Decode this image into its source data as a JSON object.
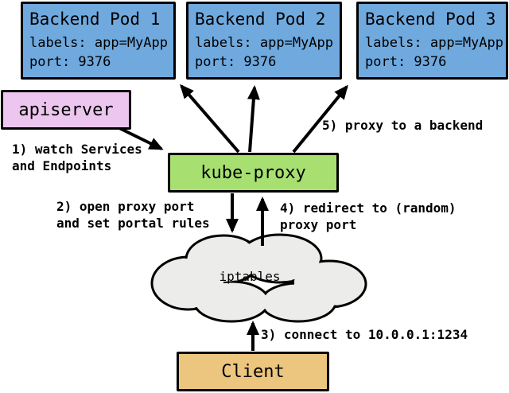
{
  "pods": [
    {
      "title": "Backend Pod 1",
      "labels_line": "labels: app=MyApp",
      "port_line": "port: 9376"
    },
    {
      "title": "Backend Pod 2",
      "labels_line": "labels: app=MyApp",
      "port_line": "port: 9376"
    },
    {
      "title": "Backend Pod 3",
      "labels_line": "labels: app=MyApp",
      "port_line": "port: 9376"
    }
  ],
  "nodes": {
    "apiserver": "apiserver",
    "kube_proxy": "kube-proxy",
    "iptables": "iptables",
    "client": "Client"
  },
  "steps": {
    "step1": {
      "lines": [
        "1) watch Services",
        "and Endpoints"
      ]
    },
    "step2": {
      "lines": [
        "2) open proxy port",
        "and set portal rules"
      ]
    },
    "step3": {
      "lines": [
        "3) connect to 10.0.0.1:1234"
      ]
    },
    "step4": {
      "lines": [
        "4) redirect to (random)",
        "proxy port"
      ]
    },
    "step5": {
      "lines": [
        "5) proxy to a backend"
      ]
    }
  },
  "colors": {
    "pod_fill": "#6fa9de",
    "apiserver_fill": "#ecc6ee",
    "kube_proxy_fill": "#a7e071",
    "client_fill": "#ecc57f",
    "cloud_fill": "#ececea",
    "outline": "#000000"
  }
}
